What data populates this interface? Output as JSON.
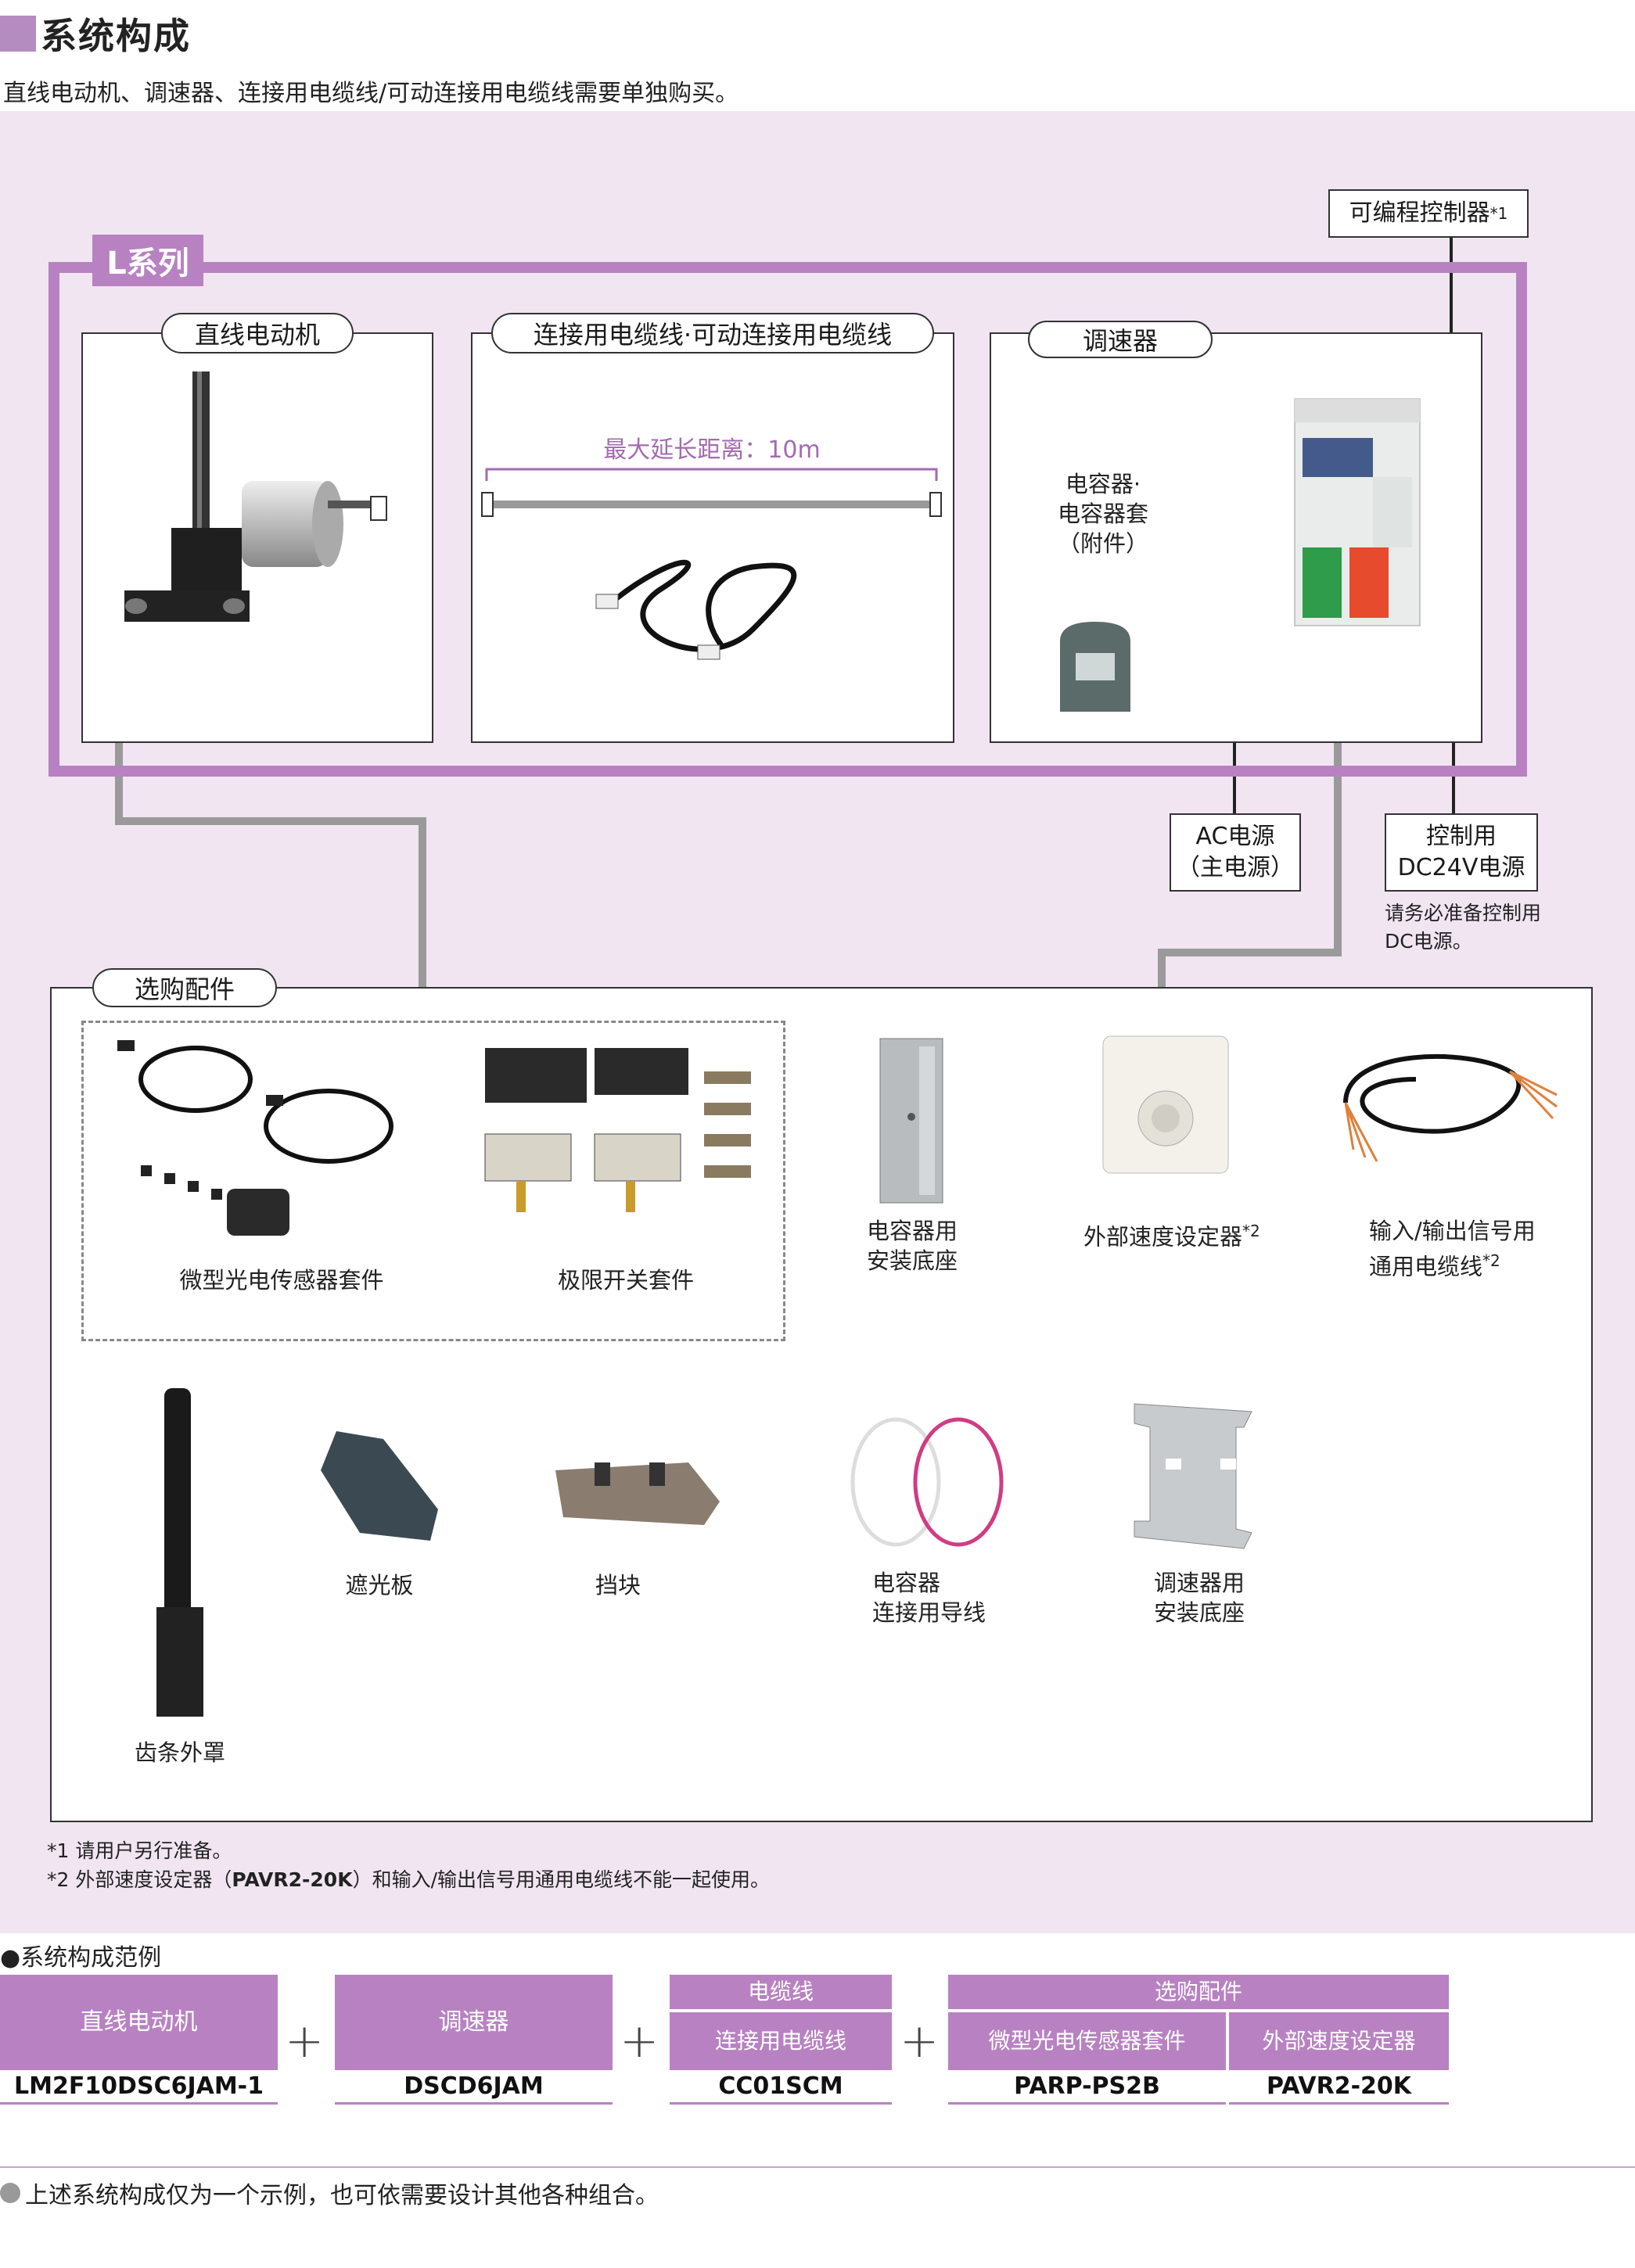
{
  "header": {
    "title": "系统构成",
    "subtitle": "直线电动机、调速器、连接用电缆线/可动连接用电缆线需要单独购买。"
  },
  "colors": {
    "accent": "#b882c2",
    "panel_bg": "#f1e5f2",
    "line_gray": "#999999"
  },
  "lseries": {
    "tag": "L系列",
    "motor_label": "直线电动机",
    "cable_label": "连接用电缆线·可动连接用电缆线",
    "cable_distance": "最大延长距离：10m",
    "driver_label": "调速器",
    "capacitor_line1": "电容器·",
    "capacitor_line2": "电容器套",
    "capacitor_line3": "（附件）"
  },
  "external": {
    "plc_label": "可编程控制器",
    "plc_note": "*1",
    "ac_line1": "AC电源",
    "ac_line2": "（主电源）",
    "dc_line1": "控制用",
    "dc_line2": "DC24V电源",
    "dc_note_line1": "请务必准备控制用",
    "dc_note_line2": "DC电源。"
  },
  "options": {
    "title": "选购配件",
    "sensor_kit": "微型光电传感器套件",
    "limit_switch_kit": "极限开关套件",
    "cap_base_line1": "电容器用",
    "cap_base_line2": "安装底座",
    "ext_speed": "外部速度设定器",
    "ext_speed_note": "*2",
    "io_cable_line1": "输入/输出信号用",
    "io_cable_line2": "通用电缆线",
    "io_cable_note": "*2",
    "shield": "遮光板",
    "stopper": "挡块",
    "cap_lead_line1": "电容器",
    "cap_lead_line2": "连接用导线",
    "driver_base_line1": "调速器用",
    "driver_base_line2": "安装底座",
    "rack_cover": "齿条外罩"
  },
  "footnotes": {
    "n1": "*1  请用户另行准备。",
    "n2_pre": "*2  外部速度设定器（",
    "n2_model": "PAVR2-20K",
    "n2_post": "）和输入/输出信号用通用电缆线不能一起使用。"
  },
  "example": {
    "title": "●系统构成范例",
    "motor_head": "直线电动机",
    "motor_model": "LM2F10DSC6JAM-1",
    "driver_head": "调速器",
    "driver_model": "DSCD6JAM",
    "cable_group": "电缆线",
    "cable_head": "连接用电缆线",
    "cable_model": "CC01SCM",
    "opt_group": "选购配件",
    "opt1_head": "微型光电传感器套件",
    "opt1_model": "PARP-PS2B",
    "opt2_head": "外部速度设定器",
    "opt2_model": "PAVR2-20K",
    "plus": "+"
  },
  "bottom_note": "上述系统构成仅为一个示例，也可依需要设计其他各种组合。"
}
